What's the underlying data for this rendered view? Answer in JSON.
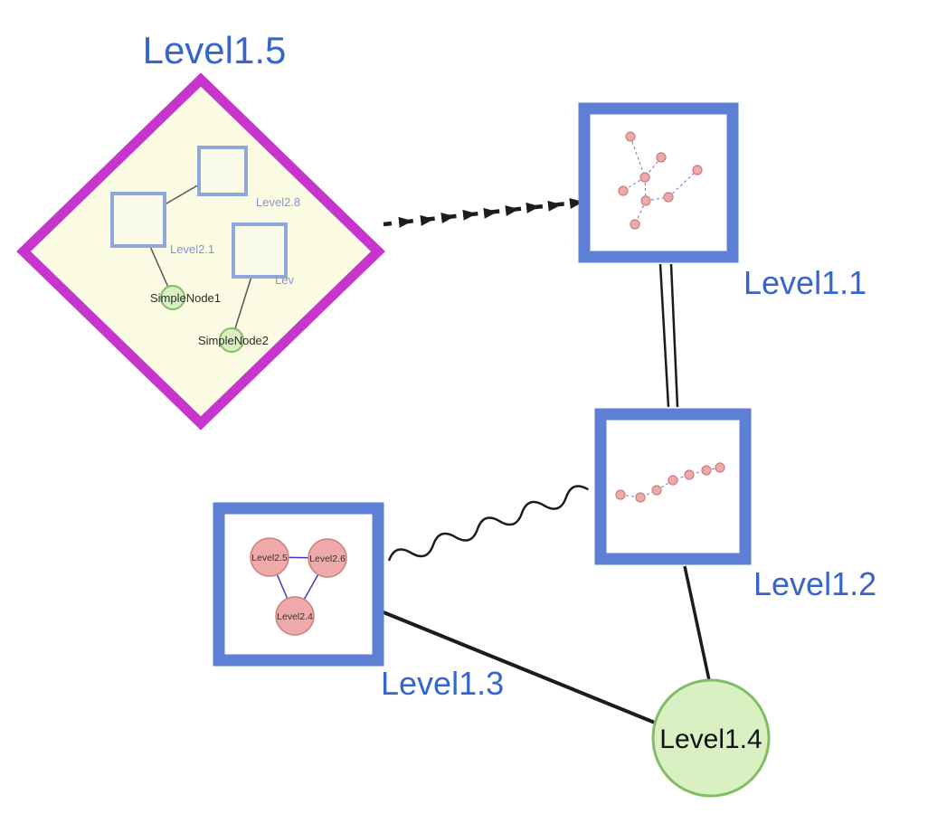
{
  "colors": {
    "label_blue": "#3565cd",
    "inner_label_blue": "#8493cf",
    "node_border_blue": "#5d7fd6",
    "diamond_border": "#c636cc",
    "diamond_fill": "#fcfce4",
    "inner_square_fill": "#fbfbea",
    "inner_square_border": "#8fa8da",
    "green_fill": "#d9f0c3",
    "green_border": "#82bd66",
    "pink_fill": "#efa9a9",
    "pink_border": "#c97f7f",
    "mini_edge_blue": "#7070cc",
    "mini_edge_solid_blue": "#3d3dbb",
    "edge_dark": "#1c1c1c"
  },
  "nodes": {
    "level15": {
      "label": "Level1.5"
    },
    "level11": {
      "label": "Level1.1"
    },
    "level12": {
      "label": "Level1.2"
    },
    "level13": {
      "label": "Level1.3"
    },
    "level14": {
      "label": "Level1.4"
    },
    "level28": {
      "label": "Level2.8"
    },
    "level21": {
      "label": "Level2.1"
    },
    "level2trunc": {
      "label": "Lev"
    },
    "simplenode1": {
      "label": "SimpleNode1"
    },
    "simplenode2": {
      "label": "SimpleNode2"
    },
    "level25": {
      "label": "Level2.5"
    },
    "level26": {
      "label": "Level2.6"
    },
    "level24": {
      "label": "Level2.4"
    }
  },
  "edges": {
    "l15_l11": {
      "style": "dashed-arrow"
    },
    "l11_l12": {
      "style": "double-line"
    },
    "l13_l12": {
      "style": "wavy"
    },
    "l13_l14": {
      "style": "solid"
    },
    "l12_l14": {
      "style": "solid"
    }
  }
}
